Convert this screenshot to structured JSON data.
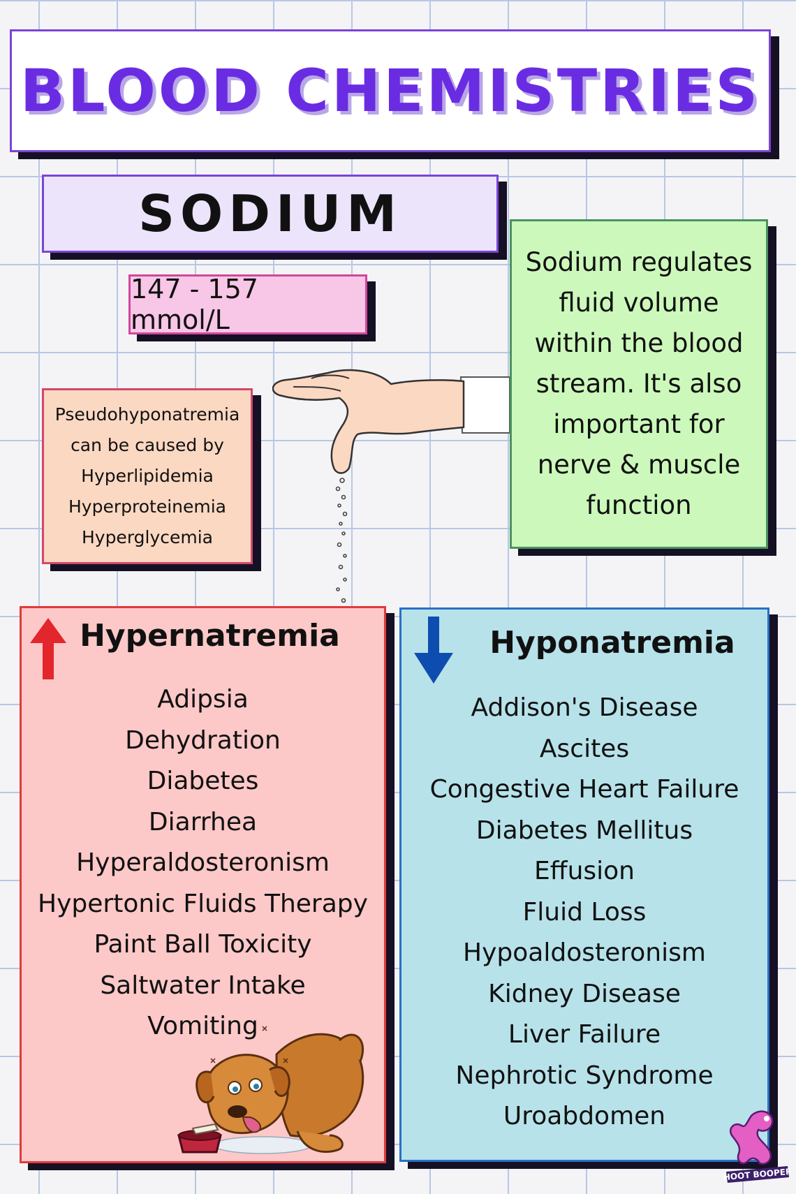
{
  "title": "BLOOD CHEMISTRIES",
  "analyte": "SODIUM",
  "reference_range": "147 - 157 mmol/L",
  "definition": "Sodium regulates fluid volume within the blood stream. It's also important for nerve & muscle function",
  "note": {
    "lines": [
      "Pseudohyponatremia",
      "can be caused by",
      "Hyperlipidemia",
      "Hyperproteinemia",
      "Hyperglycemia"
    ]
  },
  "hyper": {
    "title": "Hypernatremia",
    "icon": "red-up-arrow-icon",
    "items": [
      "Adipsia",
      "Dehydration",
      "Diabetes",
      "Diarrhea",
      "Hyperaldosteronism",
      "Hypertonic Fluids Therapy",
      "Paint Ball Toxicity",
      "Saltwater Intake",
      "Vomiting"
    ]
  },
  "hypo": {
    "title": "Hyponatremia",
    "icon": "blue-down-arrow-icon",
    "items": [
      "Addison's Disease",
      "Ascites",
      "Congestive Heart Failure",
      "Diabetes Mellitus",
      "Effusion",
      "Fluid Loss",
      "Hypoaldosteronism",
      "Kidney Disease",
      "Liver Failure",
      "Nephrotic Syndrome",
      "Uroabdomen"
    ]
  },
  "logo_text": "SHOOT BOOPERS",
  "colors": {
    "title": "#6a2ce3",
    "hyper_bg": "#fdc8c8",
    "hypo_bg": "#b7e2ea",
    "definition_bg": "#ccf9bb",
    "range_bg": "#f8c6e6",
    "note_bg": "#fbd8c2",
    "up_arrow": "#e3262c",
    "down_arrow": "#0e4db0"
  }
}
